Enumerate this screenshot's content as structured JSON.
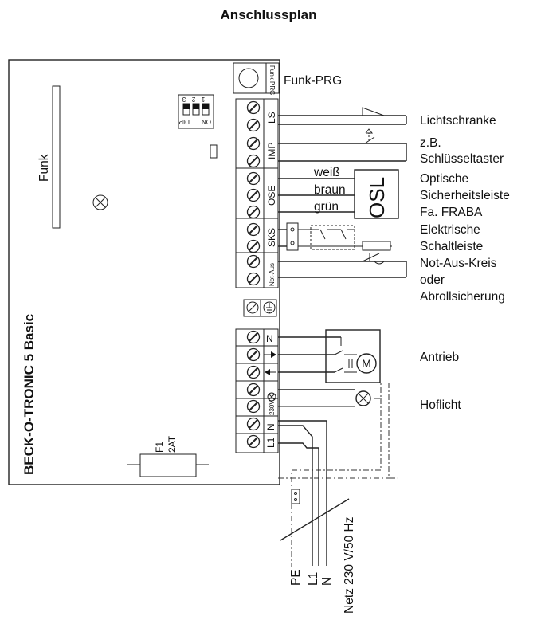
{
  "title": "Anschlussplan",
  "controller_name": "BECK-O-TRONIC 5 Basic",
  "radio_label": "Funk",
  "fuse": {
    "name": "F1",
    "rating": "2AT"
  },
  "dip_switch": {
    "numbers": [
      "3",
      "2",
      "1"
    ],
    "on_label": "ON",
    "dip_label": "DIP"
  },
  "funk_prg": {
    "button_text": "Funk PRG",
    "label": "Funk-PRG"
  },
  "terminal_groups": {
    "ls": "LS",
    "imp": "IMP",
    "ose": "OSE",
    "sks": "SKS",
    "notaus": "Not-Aus",
    "n_top": "N",
    "v230": "230V",
    "n_bottom": "N",
    "l1": "L1"
  },
  "ose_wires": [
    "weiß",
    "braun",
    "grün"
  ],
  "osl_box": "OSL",
  "motor_symbol": "M",
  "side_labels": {
    "lichtschranke": "Lichtschranke",
    "taster": [
      "z.B.",
      "Schlüsseltaster"
    ],
    "optische": [
      "Optische",
      "Sicherheitsleiste",
      "Fa. FRABA"
    ],
    "elektrische": [
      "Elektrische",
      "Schaltleiste"
    ],
    "notaus": [
      "Not-Aus-Kreis",
      "oder",
      "Abrollsicherung"
    ],
    "antrieb": "Antrieb",
    "hoflicht": "Hoflicht"
  },
  "mains": {
    "pe": "PE",
    "l1": "L1",
    "n": "N",
    "netz": "Netz 230 V/50 Hz"
  }
}
